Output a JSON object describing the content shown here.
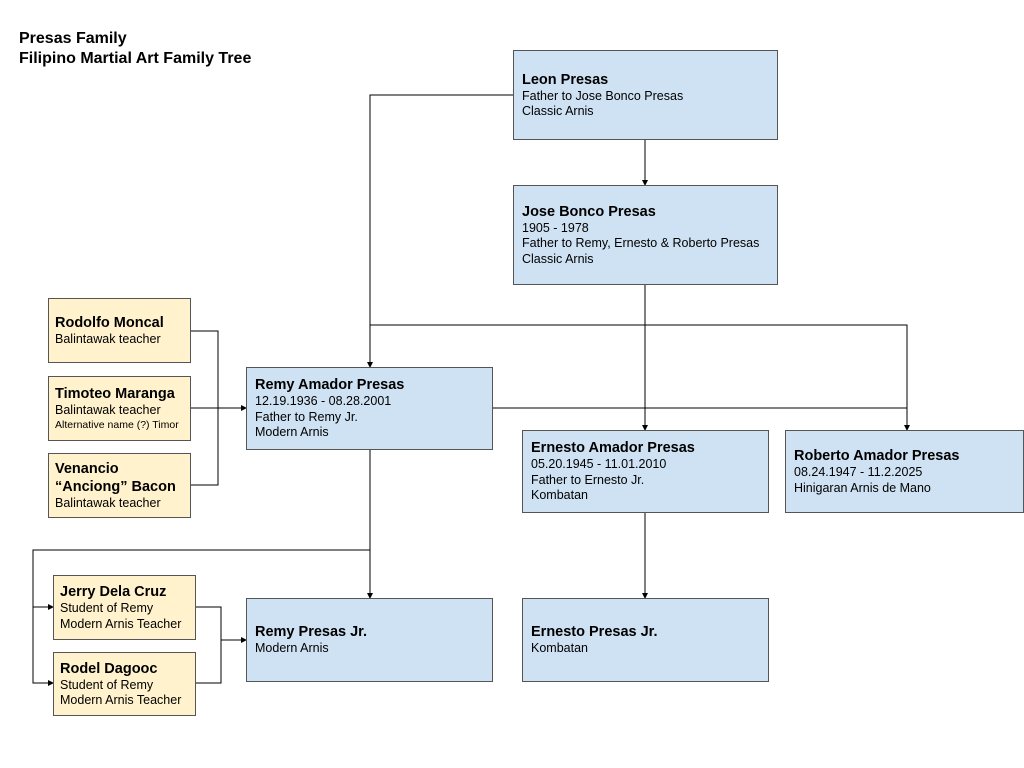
{
  "header": {
    "title_line1": "Presas Family",
    "title_line2": "Filipino Martial Art Family Tree"
  },
  "colors": {
    "family_box": "#cfe2f3",
    "teacher_box": "#fff2cc",
    "border": "#555555",
    "connector": "#000000"
  },
  "nodes": {
    "leon": {
      "name": "Leon Presas",
      "line1": "Father to Jose Bonco Presas",
      "line2": "Classic Arnis"
    },
    "jose": {
      "name": "Jose Bonco Presas",
      "line1": "1905 - 1978",
      "line2": "Father to Remy, Ernesto & Roberto Presas",
      "line3": "Classic Arnis"
    },
    "remy": {
      "name": "Remy Amador Presas",
      "line1": "12.19.1936 - 08.28.2001",
      "line2": "Father to Remy Jr.",
      "line3": "Modern Arnis"
    },
    "ernesto": {
      "name": "Ernesto Amador Presas",
      "line1": "05.20.1945 - 11.01.2010",
      "line2": "Father to Ernesto Jr.",
      "line3": "Kombatan"
    },
    "roberto": {
      "name": "Roberto Amador Presas",
      "line1": "08.24.1947 - 11.2.2025",
      "line2": "Hinigaran Arnis de Mano"
    },
    "remy_jr": {
      "name": "Remy Presas Jr.",
      "line1": "Modern Arnis"
    },
    "ernesto_jr": {
      "name": "Ernesto Presas Jr.",
      "line1": "Kombatan"
    },
    "rodolfo": {
      "name": "Rodolfo Moncal",
      "line1": "Balintawak teacher"
    },
    "timoteo": {
      "name": "Timoteo Maranga",
      "line1": "Balintawak teacher",
      "line2": "Alternative name (?) Timor"
    },
    "venancio": {
      "name_line1": "Venancio",
      "name_line2": "“Anciong” Bacon",
      "line1": "Balintawak teacher"
    },
    "jerry": {
      "name": "Jerry Dela Cruz",
      "line1": "Student of Remy",
      "line2": "Modern Arnis Teacher"
    },
    "rodel": {
      "name": "Rodel Dagooc",
      "line1": "Student of Remy",
      "line2": "Modern Arnis Teacher"
    }
  }
}
